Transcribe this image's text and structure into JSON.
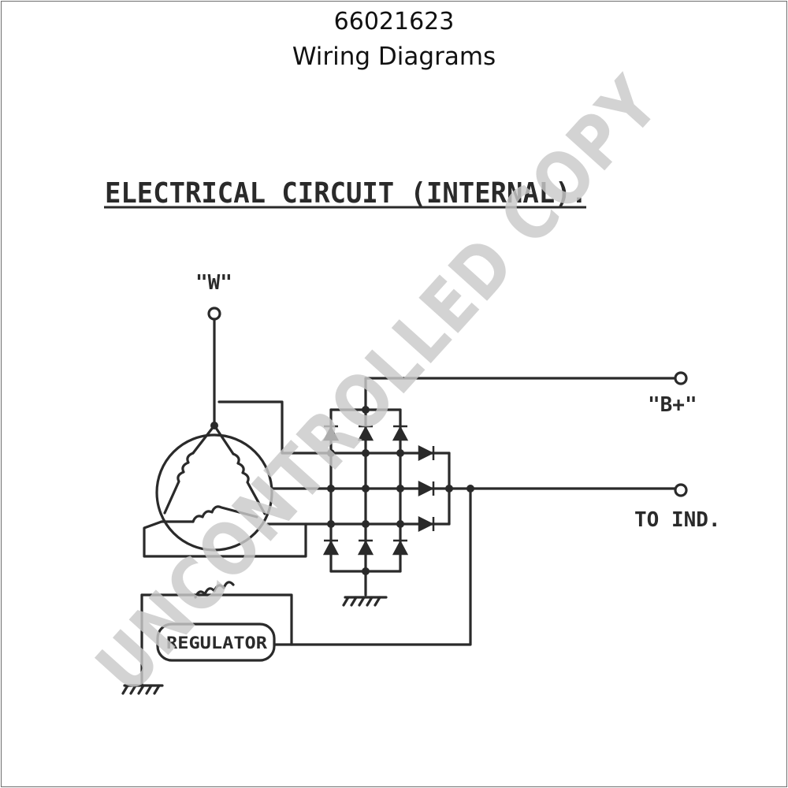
{
  "header": {
    "part_number": "66021623",
    "subtitle": "Wiring Diagrams"
  },
  "diagram": {
    "heading": "ELECTRICAL CIRCUIT (INTERNAL).",
    "labels": {
      "w_terminal": "\"W\"",
      "b_plus_terminal": "\"B+\"",
      "indicator_terminal": "TO IND.",
      "regulator": "REGULATOR"
    }
  },
  "watermark": {
    "text": "UNCONTROLLED COPY",
    "color": "#c9c9c9"
  },
  "colors": {
    "ink": "#2a2a2a",
    "background": "#ffffff",
    "border": "#6e6e6e"
  }
}
